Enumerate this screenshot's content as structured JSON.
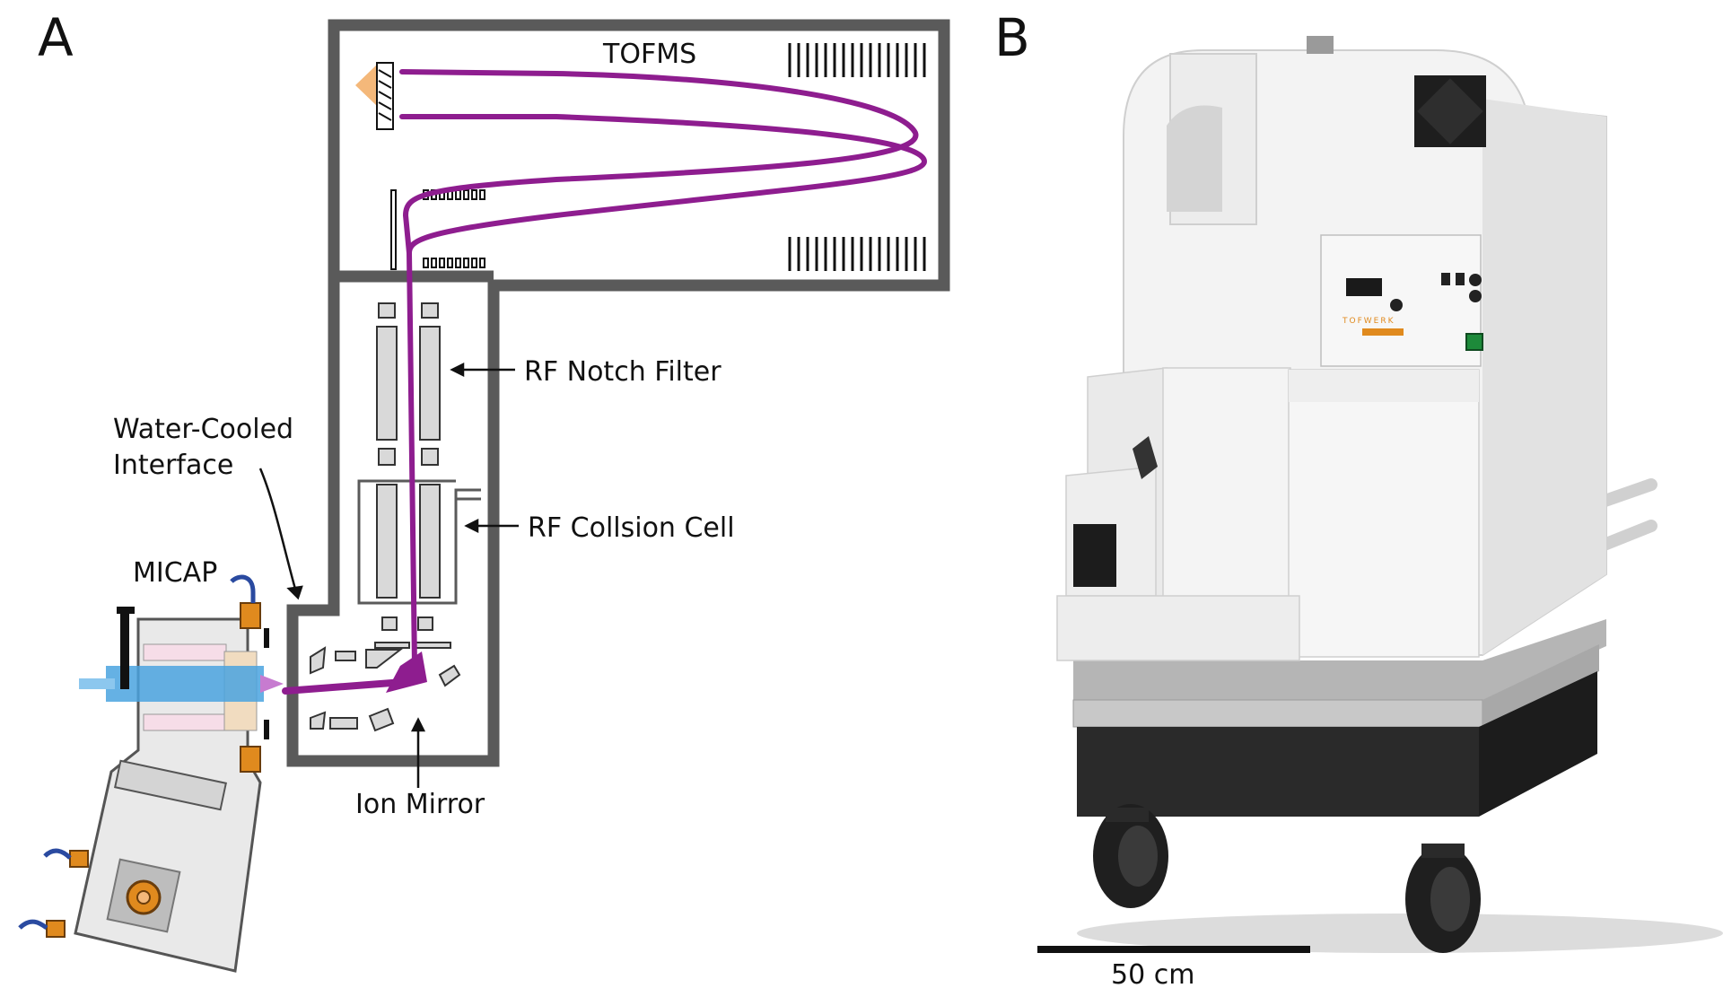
{
  "panels": {
    "a": "A",
    "b": "B"
  },
  "labels": {
    "tofms": "TOFMS",
    "rf_notch_filter": "RF Notch Filter",
    "rf_collision_cell": "RF Collsion Cell",
    "water_cooled_line1": "Water-Cooled",
    "water_cooled_line2": "Interface",
    "micap": "MICAP",
    "ion_mirror": "Ion Mirror"
  },
  "photo": {
    "brand_text": "TOFWERK",
    "scale_bar_label": "50 cm"
  },
  "colors": {
    "ion_beam": "#8e1d8f",
    "chamber_wall": "#5a5a5a",
    "electrode_fill": "#d9d9d9",
    "fitting_orange": "#e08a1e",
    "torch_blue": "#4aa3df",
    "plasma_pink": "#c77bd0",
    "detector_peach": "#f4b87a",
    "instrument_white": "#efefef",
    "cart_black": "#2a2a2a"
  }
}
